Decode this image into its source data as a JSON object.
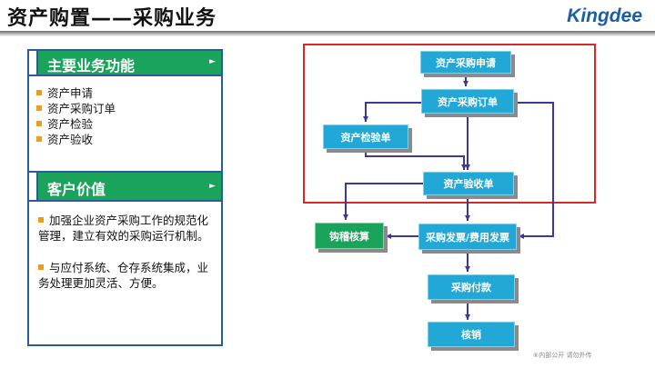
{
  "title": "资产购置——采购业务",
  "logo": "Kingdee",
  "functions": {
    "heading": "主要业务功能",
    "items": [
      "资产申请",
      "资产采购订单",
      "资产检验",
      "资产验收"
    ]
  },
  "value": {
    "heading": "客户价值",
    "points": [
      "加强企业资产采购工作的规范化管理，建立有效的采购运行机制。",
      "与应付系统、仓存系统集成，业务处理更加灵活、方便。"
    ]
  },
  "flow": {
    "request": "资产采购申请",
    "order": "资产采购订单",
    "inspection": "资产检验单",
    "receipt": "资产验收单",
    "reconcile": "钩稽核算",
    "invoice": "采购发票/费用发票",
    "payment": "采购付款",
    "writeoff": "核销"
  },
  "footer": "⑥内部公开 请勿外传",
  "colors": {
    "node": "#22a8d6",
    "node_alt": "#1aa35a",
    "frame": "#d42a2a",
    "arrow": "#3a3a9a"
  }
}
